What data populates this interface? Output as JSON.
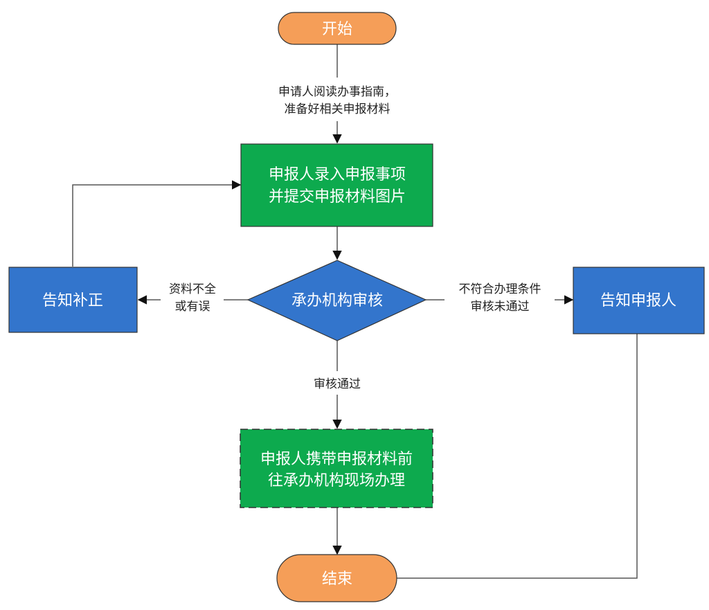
{
  "diagram": {
    "type": "flowchart",
    "colors": {
      "terminal_fill": "#F59E58",
      "process_green_fill": "#0DAA4E",
      "process_blue_fill": "#3375CC",
      "decision_fill": "#3375CC",
      "border": "#333333",
      "edge": "#555555",
      "node_text": "#FFFFFF",
      "edge_text": "#222222"
    },
    "nodes": {
      "start": {
        "shape": "terminal",
        "lines": [
          "开始"
        ]
      },
      "submit": {
        "shape": "process",
        "lines": [
          "申报人录入申报事项",
          "并提交申报材料图片"
        ]
      },
      "review": {
        "shape": "decision",
        "lines": [
          "承办机构审核"
        ]
      },
      "supplement": {
        "shape": "process",
        "lines": [
          "告知补正"
        ]
      },
      "notify": {
        "shape": "process",
        "lines": [
          "告知申报人"
        ]
      },
      "onsite": {
        "shape": "process-dashed",
        "lines": [
          "申报人携带申报材料前",
          "往承办机构现场办理"
        ]
      },
      "end": {
        "shape": "terminal",
        "lines": [
          "结束"
        ]
      }
    },
    "edges": {
      "start_to_submit": {
        "from": "start",
        "to": "submit",
        "label_lines": [
          "申请人阅读办事指南，",
          "准备好相关申报材料"
        ]
      },
      "submit_to_review": {
        "from": "submit",
        "to": "review",
        "label_lines": []
      },
      "review_to_supplement": {
        "from": "review",
        "to": "supplement",
        "label_lines": [
          "资料不全",
          "或有误"
        ]
      },
      "review_to_notify": {
        "from": "review",
        "to": "notify",
        "label_lines": [
          "不符合办理条件",
          "审核未通过"
        ]
      },
      "review_to_onsite": {
        "from": "review",
        "to": "onsite",
        "label_lines": [
          "审核通过"
        ]
      },
      "supplement_to_submit": {
        "from": "supplement",
        "to": "submit",
        "label_lines": []
      },
      "onsite_to_end": {
        "from": "onsite",
        "to": "end",
        "label_lines": []
      },
      "notify_to_end": {
        "from": "notify",
        "to": "end",
        "label_lines": []
      }
    }
  }
}
